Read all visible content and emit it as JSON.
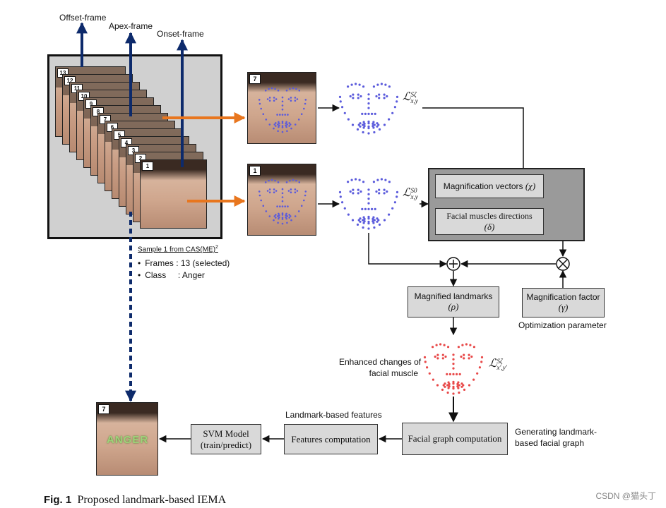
{
  "frame_labels": {
    "offset": "Offset-frame",
    "apex": "Apex-frame",
    "onset": "Onset-frame"
  },
  "stack_numbers": [
    "13",
    "12",
    "11",
    "10",
    "9",
    "8",
    "7",
    "6",
    "5",
    "4",
    "3",
    "2",
    "1"
  ],
  "sample": {
    "title": "Sample 1 from CAS(ME)",
    "title_sup": "2",
    "frames": "Frames : 13 (selected)",
    "class": "Class     : Anger"
  },
  "apex_face_number": "7",
  "onset_face_number": "1",
  "result_face_number": "7",
  "result_label": "ANGER",
  "landmark_labels": {
    "apex": {
      "base": "ℒ",
      "sub": "x,y",
      "sup": "Sζ"
    },
    "onset": {
      "base": "ℒ",
      "sub": "x,y",
      "sup": "S0"
    },
    "enhanced": {
      "base": "ℒ",
      "sub": "x′,y′",
      "sup": "Sζ"
    }
  },
  "boxes": {
    "magnification_vectors": {
      "label": "Magnification vectors",
      "symbol": "(χ)"
    },
    "facial_muscles": {
      "label": "Facial muscles directions",
      "symbol": "(δ)"
    },
    "magnified_landmarks": {
      "label": "Magnified landmarks",
      "symbol": "(ρ)"
    },
    "magnification_factor": {
      "label": "Magnification factor",
      "symbol": "(γ)"
    },
    "facial_graph": {
      "label": "Facial graph computation"
    },
    "features": {
      "label": "Features computation"
    },
    "svm": {
      "label": "SVM Model",
      "label2": "(train/predict)"
    }
  },
  "annotations": {
    "optimization": "Optimization parameter",
    "enhanced_1": "Enhanced changes of",
    "enhanced_2": "facial muscle",
    "landmark_features": "Landmark-based features",
    "generating_1": "Generating landmark-",
    "generating_2": "based facial graph"
  },
  "caption": {
    "fig": "Fig. 1",
    "text": "Proposed landmark-based IEMA"
  },
  "watermark": "CSDN @猫头丁",
  "colors": {
    "arrow_navy": "#0d2a6b",
    "arrow_orange": "#e8761e",
    "landmark_blue": "#5b5bdc",
    "landmark_red": "#e84848",
    "box_grey": "#d9d9d9",
    "panel_grey": "#9a9a9a"
  }
}
